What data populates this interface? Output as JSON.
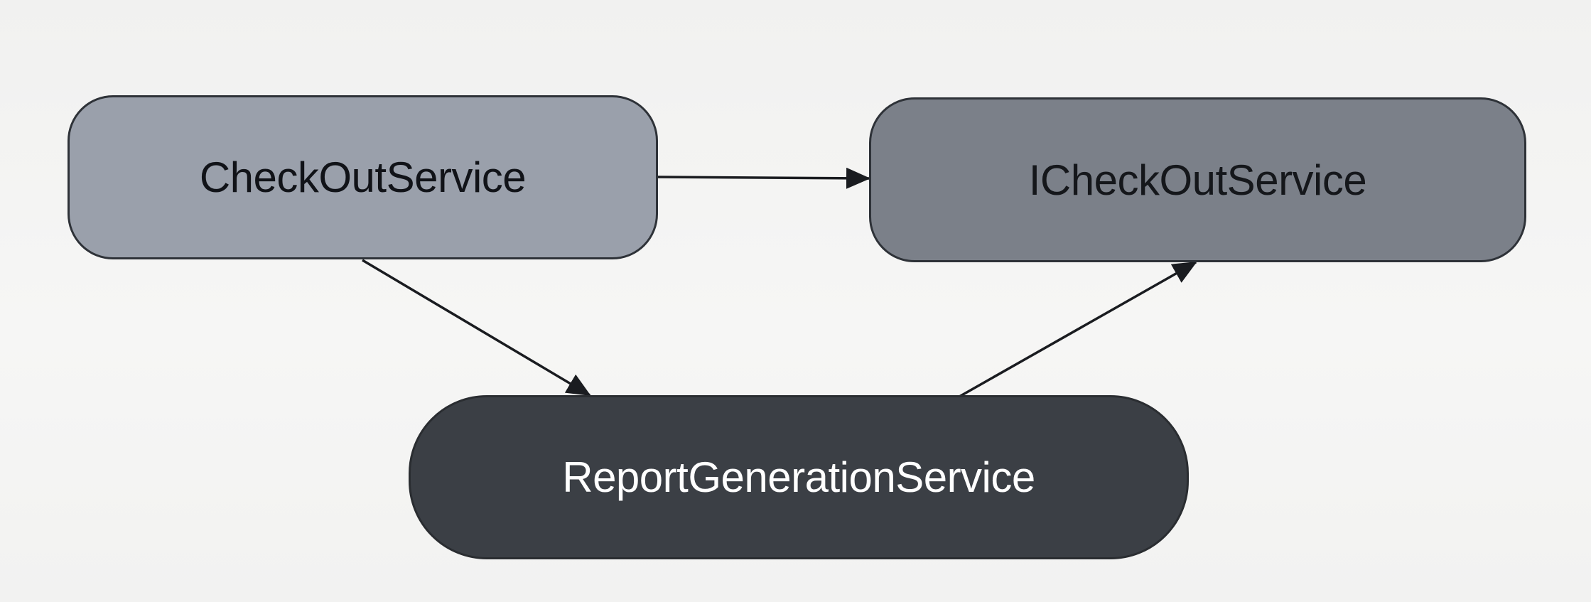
{
  "diagram": {
    "nodes": [
      {
        "id": "checkout",
        "label": "CheckOutService"
      },
      {
        "id": "icheckout",
        "label": "ICheckOutService"
      },
      {
        "id": "report",
        "label": "ReportGenerationService"
      }
    ],
    "edges": [
      {
        "from": "CheckOutService",
        "to": "ICheckOutService"
      },
      {
        "from": "CheckOutService",
        "to": "ReportGenerationService"
      },
      {
        "from": "ReportGenerationService",
        "to": "ICheckOutService"
      }
    ],
    "colors": {
      "checkout_fill": "#9aa0ab",
      "icheckout_fill": "#7b8089",
      "report_fill": "#3b3f45",
      "edge": "#1a1c20"
    }
  }
}
